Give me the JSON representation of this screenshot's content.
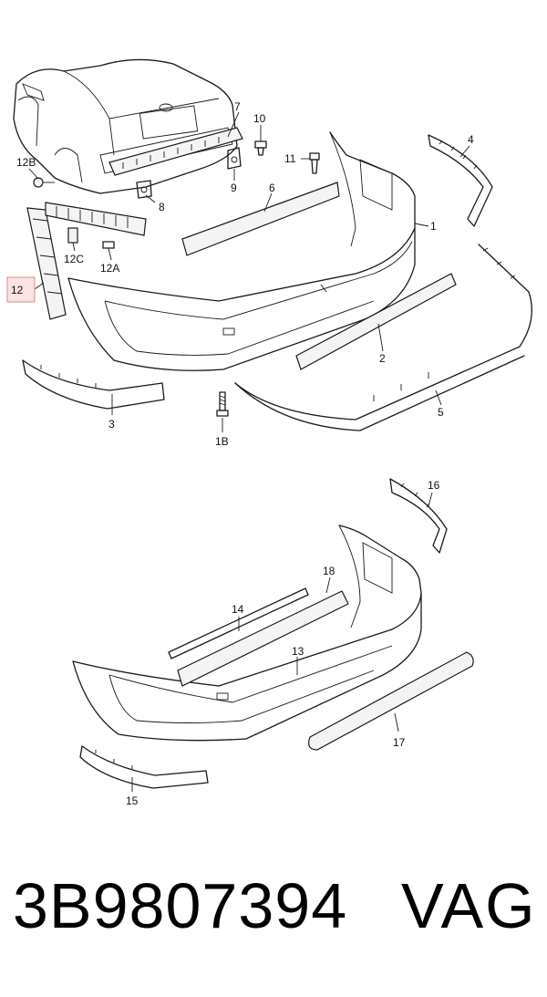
{
  "diagram": {
    "callouts": [
      {
        "id": "7",
        "text": "7"
      },
      {
        "id": "10",
        "text": "10"
      },
      {
        "id": "4",
        "text": "4"
      },
      {
        "id": "11",
        "text": "11"
      },
      {
        "id": "12B",
        "text": "12B"
      },
      {
        "id": "9",
        "text": "9"
      },
      {
        "id": "6",
        "text": "6"
      },
      {
        "id": "8",
        "text": "8"
      },
      {
        "id": "1",
        "text": "1"
      },
      {
        "id": "12C",
        "text": "12C"
      },
      {
        "id": "12A",
        "text": "12A"
      },
      {
        "id": "12",
        "text": "12"
      },
      {
        "id": "2",
        "text": "2"
      },
      {
        "id": "3",
        "text": "3"
      },
      {
        "id": "5",
        "text": "5"
      },
      {
        "id": "1B",
        "text": "1B"
      },
      {
        "id": "16",
        "text": "16"
      },
      {
        "id": "18",
        "text": "18"
      },
      {
        "id": "14",
        "text": "14"
      },
      {
        "id": "13",
        "text": "13"
      },
      {
        "id": "17",
        "text": "17"
      },
      {
        "id": "15",
        "text": "15"
      }
    ],
    "highlighted_callout": "12"
  },
  "footer": {
    "part_number": "3B9807394",
    "brand": "VAG"
  }
}
